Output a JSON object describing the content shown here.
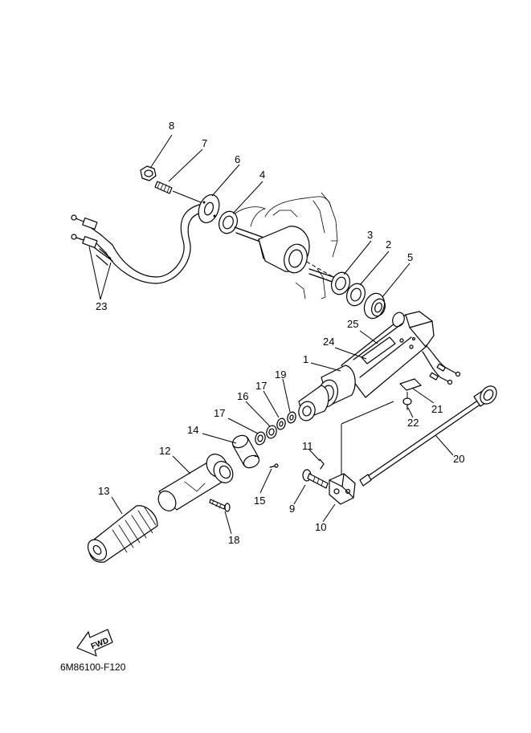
{
  "parts": [
    {
      "label": "1"
    },
    {
      "label": "2"
    },
    {
      "label": "3"
    },
    {
      "label": "4"
    },
    {
      "label": "5"
    },
    {
      "label": "6"
    },
    {
      "label": "7"
    },
    {
      "label": "8"
    },
    {
      "label": "9"
    },
    {
      "label": "10"
    },
    {
      "label": "11"
    },
    {
      "label": "12"
    },
    {
      "label": "13"
    },
    {
      "label": "14"
    },
    {
      "label": "15"
    },
    {
      "label": "16"
    },
    {
      "label": "17"
    },
    {
      "label": "17"
    },
    {
      "label": "18"
    },
    {
      "label": "19"
    },
    {
      "label": "20"
    },
    {
      "label": "21"
    },
    {
      "label": "22"
    },
    {
      "label": "23"
    },
    {
      "label": "24"
    },
    {
      "label": "25"
    }
  ],
  "fwd_label": "FWD",
  "diagram_code": "6M86100-F120"
}
